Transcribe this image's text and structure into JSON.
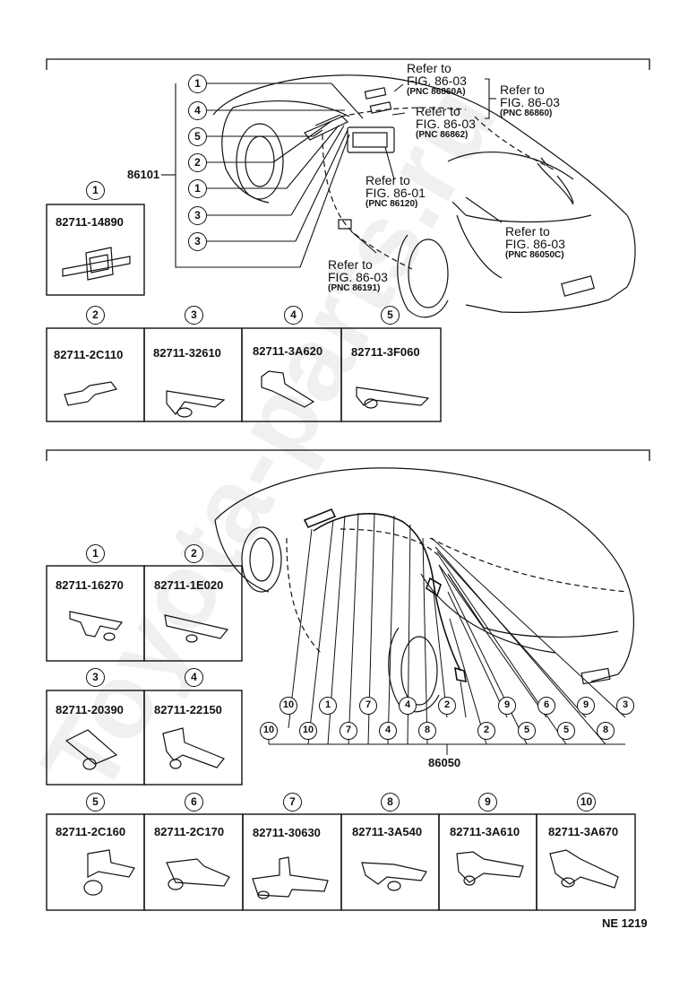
{
  "upper": {
    "assembly_number": "86101",
    "callouts": [
      "1",
      "4",
      "5",
      "2",
      "1",
      "3",
      "3"
    ],
    "references": [
      {
        "refer": "Refer to",
        "fig": "FIG. 86-03",
        "pnc": "(PNC 86860A)"
      },
      {
        "refer": "Refer to",
        "fig": "FIG. 86-03",
        "pnc": "(PNC 86860)"
      },
      {
        "refer": "Refer to",
        "fig": "FIG. 86-03",
        "pnc": "(PNC 86862)"
      },
      {
        "refer": "Refer to",
        "fig": "FIG. 86-01",
        "pnc": "(PNC 86120)"
      },
      {
        "refer": "Refer to",
        "fig": "FIG. 86-03",
        "pnc": "(PNC 86050C)"
      },
      {
        "refer": "Refer to",
        "fig": "FIG. 86-03",
        "pnc": "(PNC 86191)"
      }
    ],
    "parts": [
      {
        "index": "1",
        "number": "82711-14890"
      },
      {
        "index": "2",
        "number": "82711-2C110"
      },
      {
        "index": "3",
        "number": "82711-32610"
      },
      {
        "index": "4",
        "number": "82711-3A620"
      },
      {
        "index": "5",
        "number": "82711-3F060"
      }
    ]
  },
  "lower": {
    "assembly_number": "86050",
    "bottom_callouts": [
      "10",
      "10",
      "10",
      "1",
      "7",
      "7",
      "4",
      "4",
      "8",
      "2",
      "2",
      "9",
      "5",
      "6",
      "5",
      "9",
      "8",
      "3"
    ],
    "parts": [
      {
        "index": "1",
        "number": "82711-16270"
      },
      {
        "index": "2",
        "number": "82711-1E020"
      },
      {
        "index": "3",
        "number": "82711-20390"
      },
      {
        "index": "4",
        "number": "82711-22150"
      },
      {
        "index": "5",
        "number": "82711-2C160"
      },
      {
        "index": "6",
        "number": "82711-2C170"
      },
      {
        "index": "7",
        "number": "82711-30630"
      },
      {
        "index": "8",
        "number": "82711-3A540"
      },
      {
        "index": "9",
        "number": "82711-3A610"
      },
      {
        "index": "10",
        "number": "82711-3A670"
      }
    ]
  },
  "footer": {
    "code": "NE 1219"
  },
  "watermark": "Toyota-parts.ru"
}
